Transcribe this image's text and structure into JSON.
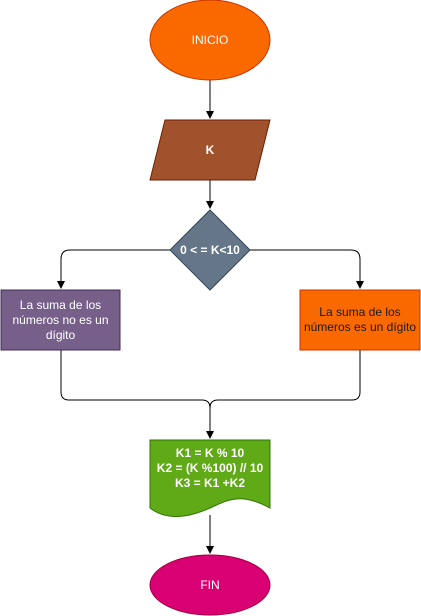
{
  "diagram": {
    "nodes": {
      "start": {
        "label": "INICIO",
        "shape": "ellipse",
        "fill": "#FA6800"
      },
      "input": {
        "label": "K",
        "shape": "parallelogram",
        "fill": "#A0522D"
      },
      "decision": {
        "label": "0 < = K<10",
        "shape": "diamond",
        "fill": "#647687"
      },
      "left_branch": {
        "label": "La suma de los\nnúmeros no es un\ndígito",
        "shape": "rectangle",
        "fill": "#76608A"
      },
      "right_branch": {
        "label": "La suma de los\nnúmeros es un dígito",
        "shape": "rectangle",
        "fill": "#FA6800"
      },
      "process": {
        "label": "K1 = K % 10\nK2 = (K %100) // 10\nK3 = K1 +K2",
        "shape": "document",
        "fill": "#60A917"
      },
      "end": {
        "label": "FIN",
        "shape": "ellipse",
        "fill": "#D80073"
      }
    },
    "edges": [
      {
        "from": "start",
        "to": "input"
      },
      {
        "from": "input",
        "to": "decision"
      },
      {
        "from": "decision",
        "to": "left_branch"
      },
      {
        "from": "decision",
        "to": "right_branch"
      },
      {
        "from": "left_branch",
        "to": "process"
      },
      {
        "from": "right_branch",
        "to": "process"
      },
      {
        "from": "process",
        "to": "end"
      }
    ]
  }
}
